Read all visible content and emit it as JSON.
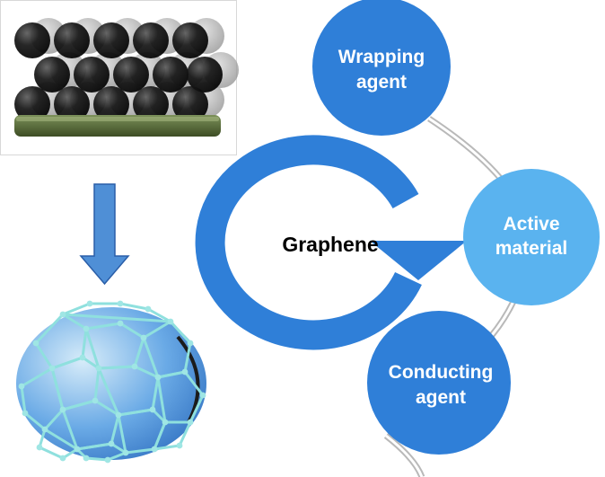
{
  "diagram": {
    "center_label": "Graphene",
    "nodes": [
      {
        "id": "wrapping",
        "lines": [
          "Wrapping",
          "agent"
        ],
        "color": "#2f7fd8"
      },
      {
        "id": "active",
        "lines": [
          "Active",
          "material"
        ],
        "color": "#5ab3ef"
      },
      {
        "id": "conducting",
        "lines": [
          "Conducting",
          "agent"
        ],
        "color": "#2f7fd8"
      }
    ],
    "colors": {
      "cycle_arrow": "#2f7fd8",
      "down_arrow": "#4f8fd6",
      "connector": "#c8c8c8",
      "electrode_base": "#5a6e3c",
      "sphere_dark": "#0a0a0a",
      "cage": "#7fd8d8",
      "cage_fill": "#3e84d4"
    },
    "icons": {
      "electrode": "electrode-particles-icon",
      "arrow": "down-arrow-icon",
      "cage": "graphene-cage-icon"
    }
  }
}
